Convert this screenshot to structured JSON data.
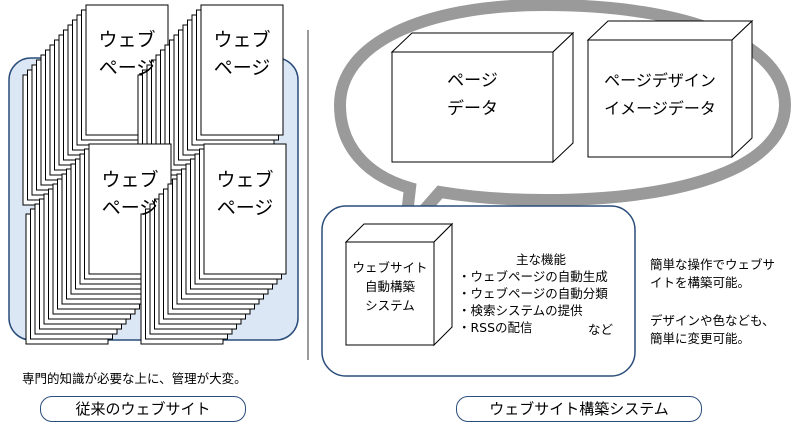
{
  "left": {
    "pages": [
      {
        "text": "ウェブ\nページ"
      },
      {
        "text": "ウェブ\nページ"
      },
      {
        "text": "ウェブ\nページ"
      },
      {
        "text": "ウェブ\nページ"
      }
    ],
    "caption": "専門的知識が必要な上に、管理が大変。",
    "label": "従来のウェブサイト"
  },
  "right": {
    "bubble_boxes": [
      {
        "text": "ページ\nデータ"
      },
      {
        "text": "ページデザイン\nイメージデータ"
      }
    ],
    "system_box": "ウェブサイト\n自動構築\nシステム",
    "features_title": "主な機能",
    "features": [
      "・ウェブページの自動生成",
      "・ウェブページの自動分類",
      "・検索システムの提供",
      "・RSSの配信"
    ],
    "features_etc": "など",
    "note1": "簡単な操作でウェブサ\nイトを構築可能。",
    "note2": "デザインや色なども、\n簡単に変更可能。",
    "label": "ウェブサイト構築システム"
  }
}
